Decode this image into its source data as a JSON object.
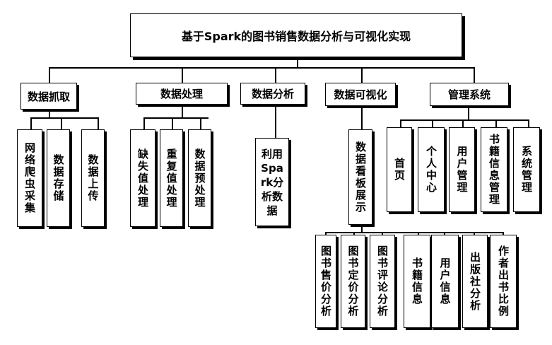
{
  "title": "基于Spark的图书销售数据分析与可视化实现",
  "modules": {
    "crawl": {
      "label": "数据抓取",
      "children": [
        "网络爬虫采集",
        "数据存储",
        "数据上传"
      ]
    },
    "process": {
      "label": "数据处理",
      "children": [
        "缺失值处理",
        "重复值处理",
        "数据预处理"
      ]
    },
    "analysis": {
      "label": "数据分析",
      "children": [
        "利用Spark分析数据"
      ]
    },
    "visual": {
      "label": "数据可视化",
      "dashboard": "数据看板展示",
      "children": [
        "图书售价分析",
        "图书定价分析",
        "图书评论分析",
        "书籍信息",
        "用户信息",
        "出版社分析",
        "作者出书比例"
      ]
    },
    "manage": {
      "label": "管理系统",
      "children": [
        "首页",
        "个人中心",
        "用户管理",
        "书籍信息管理",
        "系统管理"
      ]
    }
  }
}
